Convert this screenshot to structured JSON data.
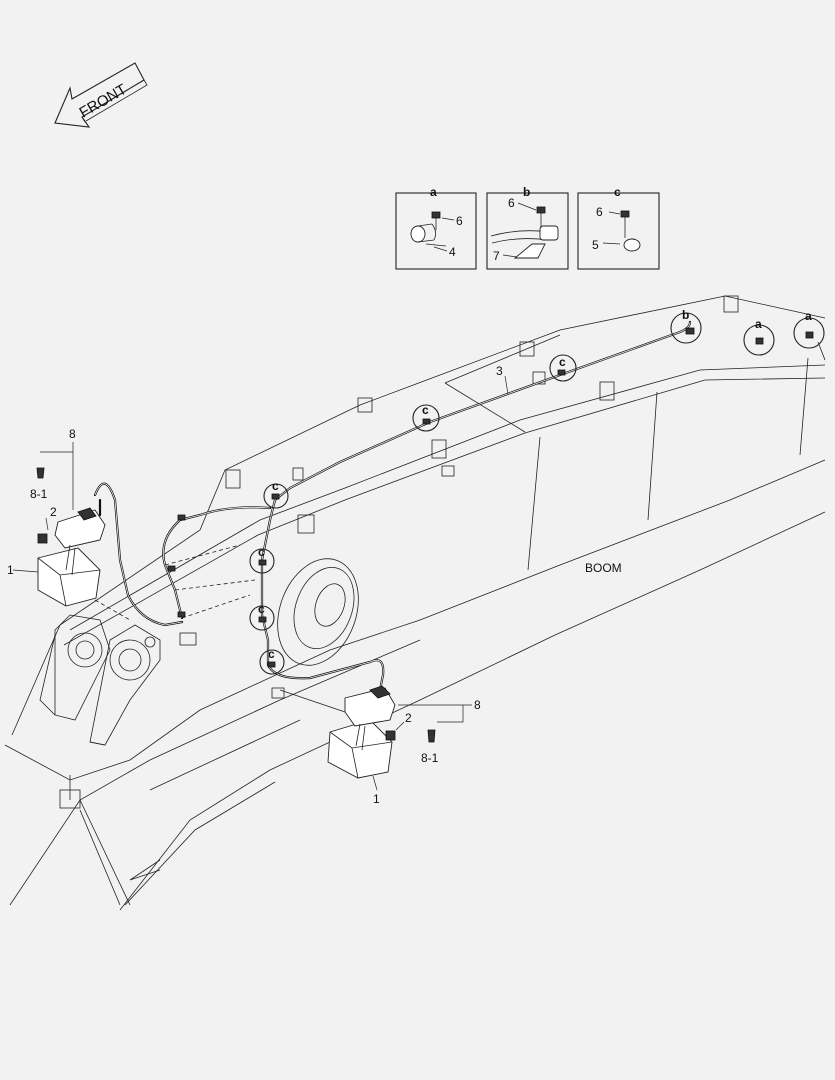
{
  "front_arrow": {
    "label": "FRONT"
  },
  "detail_boxes": [
    {
      "title": "a",
      "callouts": [
        "6",
        "4"
      ]
    },
    {
      "title": "b",
      "callouts": [
        "6",
        "7"
      ]
    },
    {
      "title": "c",
      "callouts": [
        "6",
        "5"
      ]
    }
  ],
  "boom_label": "BOOM",
  "callouts": {
    "lamp_box": "1",
    "bolt": "2",
    "harness": "3",
    "lamp_assembly": "8",
    "bulb": "8-1"
  },
  "clamp_markers": [
    "a",
    "b",
    "c"
  ]
}
